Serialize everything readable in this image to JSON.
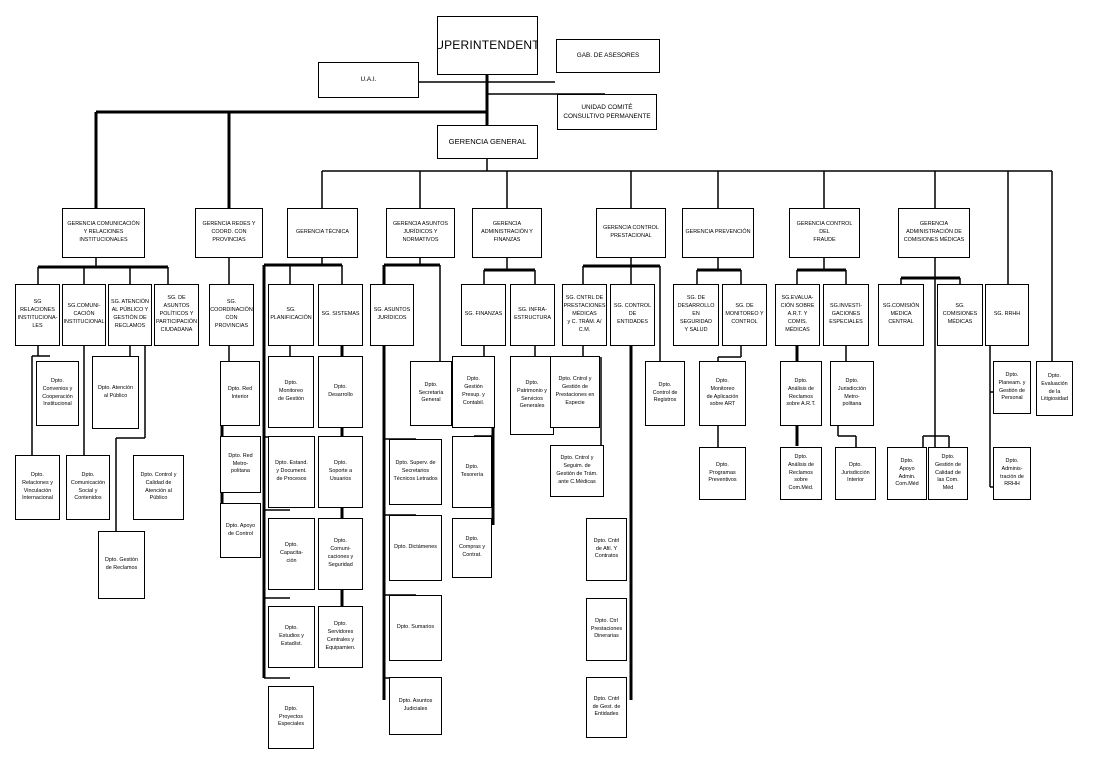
{
  "org": {
    "superintendente": "SUPERINTENDENTE",
    "uaj": "U.A.I.",
    "gab_asesores": "GAB. DE ASESORES",
    "unidad_comite": "UNIDAD COMITÉ\nCONSULTIVO PERMANENTE",
    "gerencia_general": "GERENCIA GENERAL",
    "gerencias": {
      "comunicacion": "GERENCIA COMUNICACIÓN\nY RELACIONES\nINSTITUCIONALES",
      "redes": "GERENCIA REDES Y\nCOORD. CON PROVINCIAS",
      "tecnica": "GERENCIA TÉCNICA",
      "asuntos": "GERENCIA ASUNTOS\nJURÍDICOS Y NORMATIVOS",
      "administracion": "GERENCIA\nADMINISTRACIÓN Y\nFINANZAS",
      "control_prest": "GERENCIA CONTROL\nPRESTACIONAL",
      "prevencion": "GERENCIA PREVENCIÓN",
      "fraude": "GERENCIA CONTROL DEL\nFRAUDE",
      "comisiones": "GERENCIA\nADMINISTRACIÓN DE\nCOMISIONES MÉDICAS"
    },
    "sub": {
      "sg_relaciones": "SG RELACIONES\nINSTITUCIONA-\nLES",
      "sg_comunicacion": "SG.COMUNI-\nCACIÓN\nINSTITUCIONAL",
      "sg_atencion": "SG. ATENCIÓN\nAL PÚBLICO Y\nGESTIÓN DE\nRECLAMOS",
      "sg_asuntos_pol": "SG. DE\nASUNTOS\nPOLÍTICOS Y\nPARTICIPACIÓN\nCIUDADANA",
      "sg_coordinacion": "SG.\nCOORDINACIÓN\nCON\nPROVINCIAS",
      "sg_planificacion": "SG.\nPLANIFICACIÓN",
      "sg_sistemas": "SG. SISTEMAS",
      "sg_asuntos_jur": "SG. ASUNTOS\nJURÍDICOS",
      "sg_finanzas": "SG. FINANZAS",
      "sg_infra": "SG. INFRA-\nESTRUCTURA",
      "sg_cntrl_prest": "SG. CNTRL DE\nPRESTACIONES\nMÉDICAS\ny C. TRÁM. A/\nC.M.",
      "sg_control_entidades": "SG. CONTROL\nDE ENTIDADES",
      "sg_desarrollo": "SG. DE\nDESARROLLO\nEN SEGURIDAD\nY SALUD",
      "sg_monitoreo": "SG. DE\nMONITOREO Y\nCONTROL",
      "sg_evalua": "SG.EVALUA-\nCIÓN SOBRE\nA.R.T. Y COMIS.\nMÉDICAS",
      "sg_investigaciones": "SG.INVESTI-\nGACIONES\nESPECIALES",
      "sg_comision_central": "SG.COMISIÓN\nMÉDICA\nCENTRAL",
      "sg_comisiones": "SG.\nCOMISIONES\nMÉDICAS",
      "sg_rrhh": "SG. RRHH",
      "dpto_evaluacion_litig": "Dpto.\nEvaluación\nde la\nLitigiosidad"
    },
    "deptos": {
      "convenios": "Dpto.\nConvenios y\nCooperación\nInstitucional",
      "relaciones_intl": "Dpto.\nRelaciones y\nVinculación\nInternacional",
      "comunicacion_social": "Dpto.\nComunicación\nSocial y\nContenidos",
      "atencion_publico": "Dpto. Atención\nal Público",
      "control_calidad_atencion": "Dpto. Control y\nCalidad de\nAtención al\nPúblico",
      "gestion_reclamos": "Dpto. Gestión\nde Reclamos",
      "red_interior": "Dpto. Red\nInterior",
      "red_metro": "Dpto. Red\nMetro-\npolitana",
      "apoyo_control": "Dpto. Apoyo\nde Control",
      "monitoreo_gestion": "Dpto.\nMonitoreo\nde Gestión",
      "estandarizacion": "Dpto. Estand.\ny Document.\nde Procesos",
      "capacitacion": "Dpto.\nCapacita-\nción",
      "estudios": "Dpto.\nEstudios y\nEstadíst.",
      "proyectos": "Dpto.\nProyectos\nEspeciales",
      "desarrollo": "Dpto.\nDesarrollo",
      "soporte": "Dpto.\nSoporte a\nUsuarios",
      "comunicaciones_seg": "Dpto.\nComuni-\ncaciones y\nSeguridad",
      "servidores": "Dpto.\nServidores\nCentrales y\nEquipamien.",
      "secretaria": "Dpto.\nSecretaría\nGeneral",
      "superv_secretarios": "Dpto. Superv. de\nSecretarios\nTécnicos Letrados",
      "dictamenes": "Dpto. Dictámenes",
      "sumarios": "Dpto. Sumarios",
      "asuntos_judiciales": "Dpto. Asuntos\nJudiciales",
      "gestion_presup": "Dpto.\nGestión\nPresup. y\nContabil.",
      "tesoreria": "Dpto.\nTesorería",
      "compras": "Dpto.\nCompras y\nContrat.",
      "patrimonio": "Dpto.\nPatrimonio y\nServicios\nGenerales",
      "cntrl_seguim": "Dpto. Cntrol y\nSeguim. de\nGestión de Trám.\nante C.Médicas",
      "cntrl_gestion_prest": "Dpto. Cntrol y\nGestión de\nPrestaciones en\nEspecie",
      "cntrl_afil": "Dpto. Cntrl\nde Afil. Y\nContratos",
      "cntrl_prest_dinerarias": "Dpto. Ctrl\nPrestaciones\nDinerarias",
      "cntrl_gest_entidades": "Dpto. Cntrl\nde Gest. de\nEntidades",
      "control_registros": "Dpto.\nControl de\nRegistros",
      "monitoreo_art": "Dpto.\nMonitoreo\nde Aplicación\nsobre ART",
      "programas_prev": "Dpto.\nProgramas\nPreventivos",
      "analisis_art": "Dpto.\nAnálisis de\nReclamos\nsobre A.R.T.",
      "analisis_comm": "Dpto.\nAnálisis de\nReclamos\nsobre\nCom.Méd.",
      "jurisd_metro": "Dpto.\nJurisdicción\nMetro-\npolitana",
      "jurisd_interior": "Dpto.\nJurisdicción\nInterior",
      "apoyo_admin": "Dpto.\nApoyo\nAdmin.\nCom.Méd",
      "gestion_calidad": "Dpto.\nGestión de\nCalidad de\nlas Com.\nMéd",
      "planeamiento": "Dpto.\nPlaneam. y\nGestión de\nPersonal",
      "administracion_rrhh": "Dpto.\nAdminis-\ntración de\nRRHH"
    }
  }
}
